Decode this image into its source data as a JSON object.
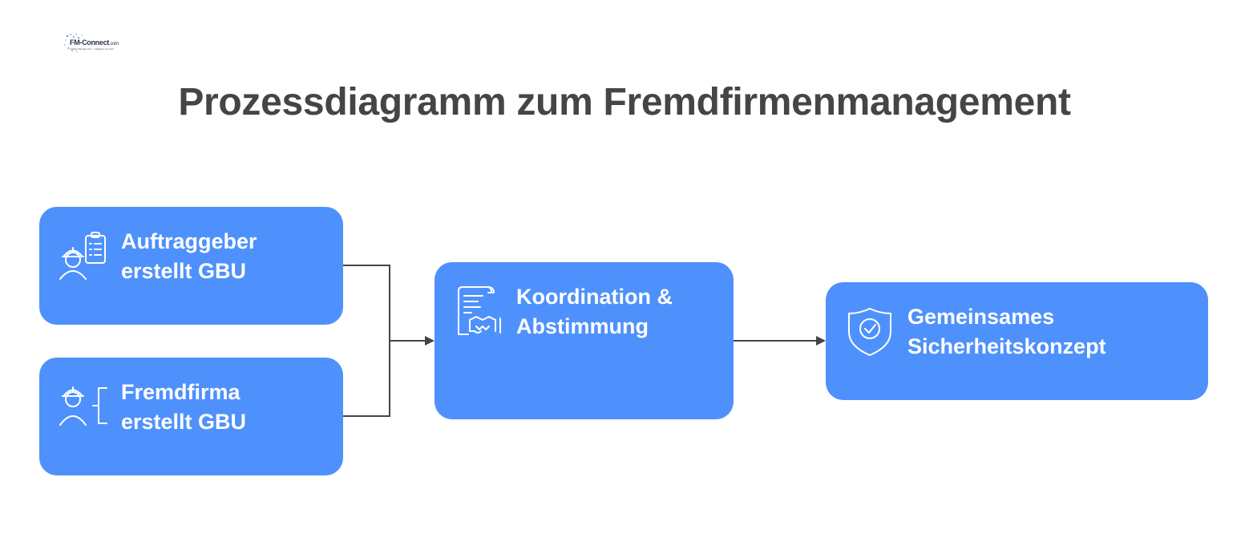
{
  "logo": {
    "brand": "FM-Connect",
    "suffix": ".com",
    "tagline": "Facility Management · Intelligent vernetzt"
  },
  "title": "Prozessdiagramm zum Fremdfirmenmanagement",
  "nodes": {
    "client_gbu": {
      "line1": "Auftraggeber",
      "line2": "erstellt GBU",
      "icon": "worker-clipboard-icon"
    },
    "contractor_gbu": {
      "line1": "Fremdfirma",
      "line2": "erstellt GBU",
      "icon": "worker-bracket-icon"
    },
    "coordination": {
      "line1": "Koordination &",
      "line2": "Abstimmung",
      "icon": "document-handshake-icon"
    },
    "safety_concept": {
      "line1": "Gemeinsames",
      "line2": "Sicherheitskonzept",
      "icon": "shield-check-icon"
    }
  },
  "colors": {
    "node_fill": "#4f91fc",
    "node_text": "#ffffff",
    "title": "#454545",
    "connector": "#454545"
  }
}
